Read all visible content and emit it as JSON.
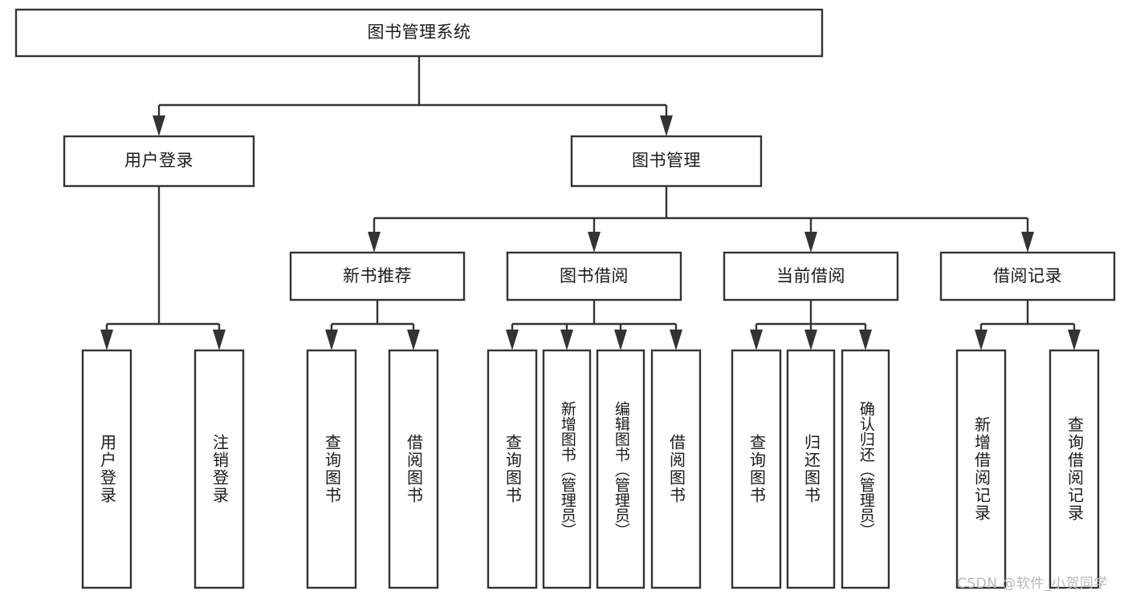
{
  "diagram": {
    "type": "tree-hierarchy",
    "title": "图书管理系统",
    "watermark": "CSDN @软件_小贺同学",
    "colors": {
      "stroke": "#333333",
      "fill": "#ffffff",
      "text": "#1a1a1a",
      "watermark": "#b8b8b8"
    },
    "levels": {
      "root": {
        "label": "图书管理系统"
      },
      "level2": [
        {
          "label": "用户登录"
        },
        {
          "label": "图书管理"
        }
      ],
      "level3": [
        {
          "label": "新书推荐"
        },
        {
          "label": "图书借阅"
        },
        {
          "label": "当前借阅"
        },
        {
          "label": "借阅记录"
        }
      ],
      "leaves": {
        "user_login": [
          {
            "label": "用户登录"
          },
          {
            "label": "注销登录"
          }
        ],
        "new_book_recommend": [
          {
            "label": "查询图书"
          },
          {
            "label": "借阅图书"
          }
        ],
        "book_borrow": [
          {
            "label": "查询图书"
          },
          {
            "label": "新增图书（管理员）"
          },
          {
            "label": "编辑图书（管理员）"
          },
          {
            "label": "借阅图书"
          }
        ],
        "current_borrow": [
          {
            "label": "查询图书"
          },
          {
            "label": "归还图书"
          },
          {
            "label": "确认归还（管理员）"
          }
        ],
        "borrow_record": [
          {
            "label": "新增借阅记录"
          },
          {
            "label": "查询借阅记录"
          }
        ]
      }
    }
  }
}
